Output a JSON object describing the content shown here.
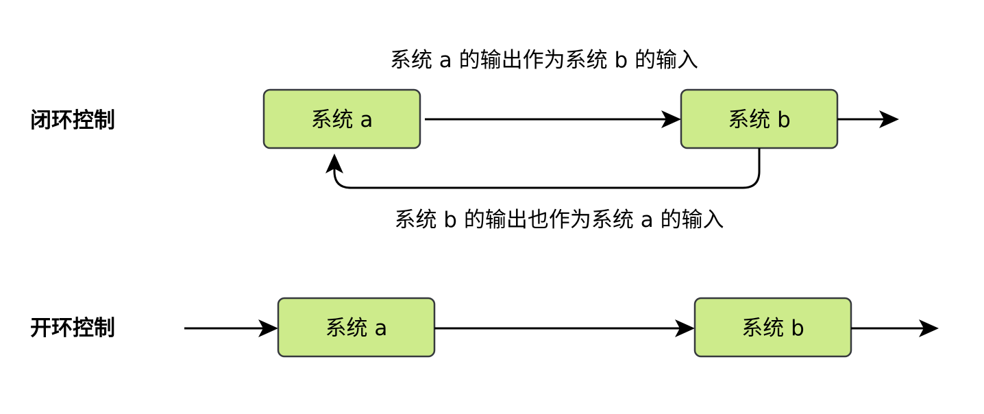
{
  "closed_loop": {
    "label": "闭环控制",
    "system_a": "系统 a",
    "system_b": "系统 b",
    "forward_note": "系统 a 的输出作为系统 b 的输入",
    "feedback_note": "系统 b 的输出也作为系统 a 的输入"
  },
  "open_loop": {
    "label": "开环控制",
    "system_a": "系统 a",
    "system_b": "系统 b"
  },
  "colors": {
    "box_fill": "#cdeb8b",
    "box_stroke": "#36393d",
    "line": "#000000"
  }
}
